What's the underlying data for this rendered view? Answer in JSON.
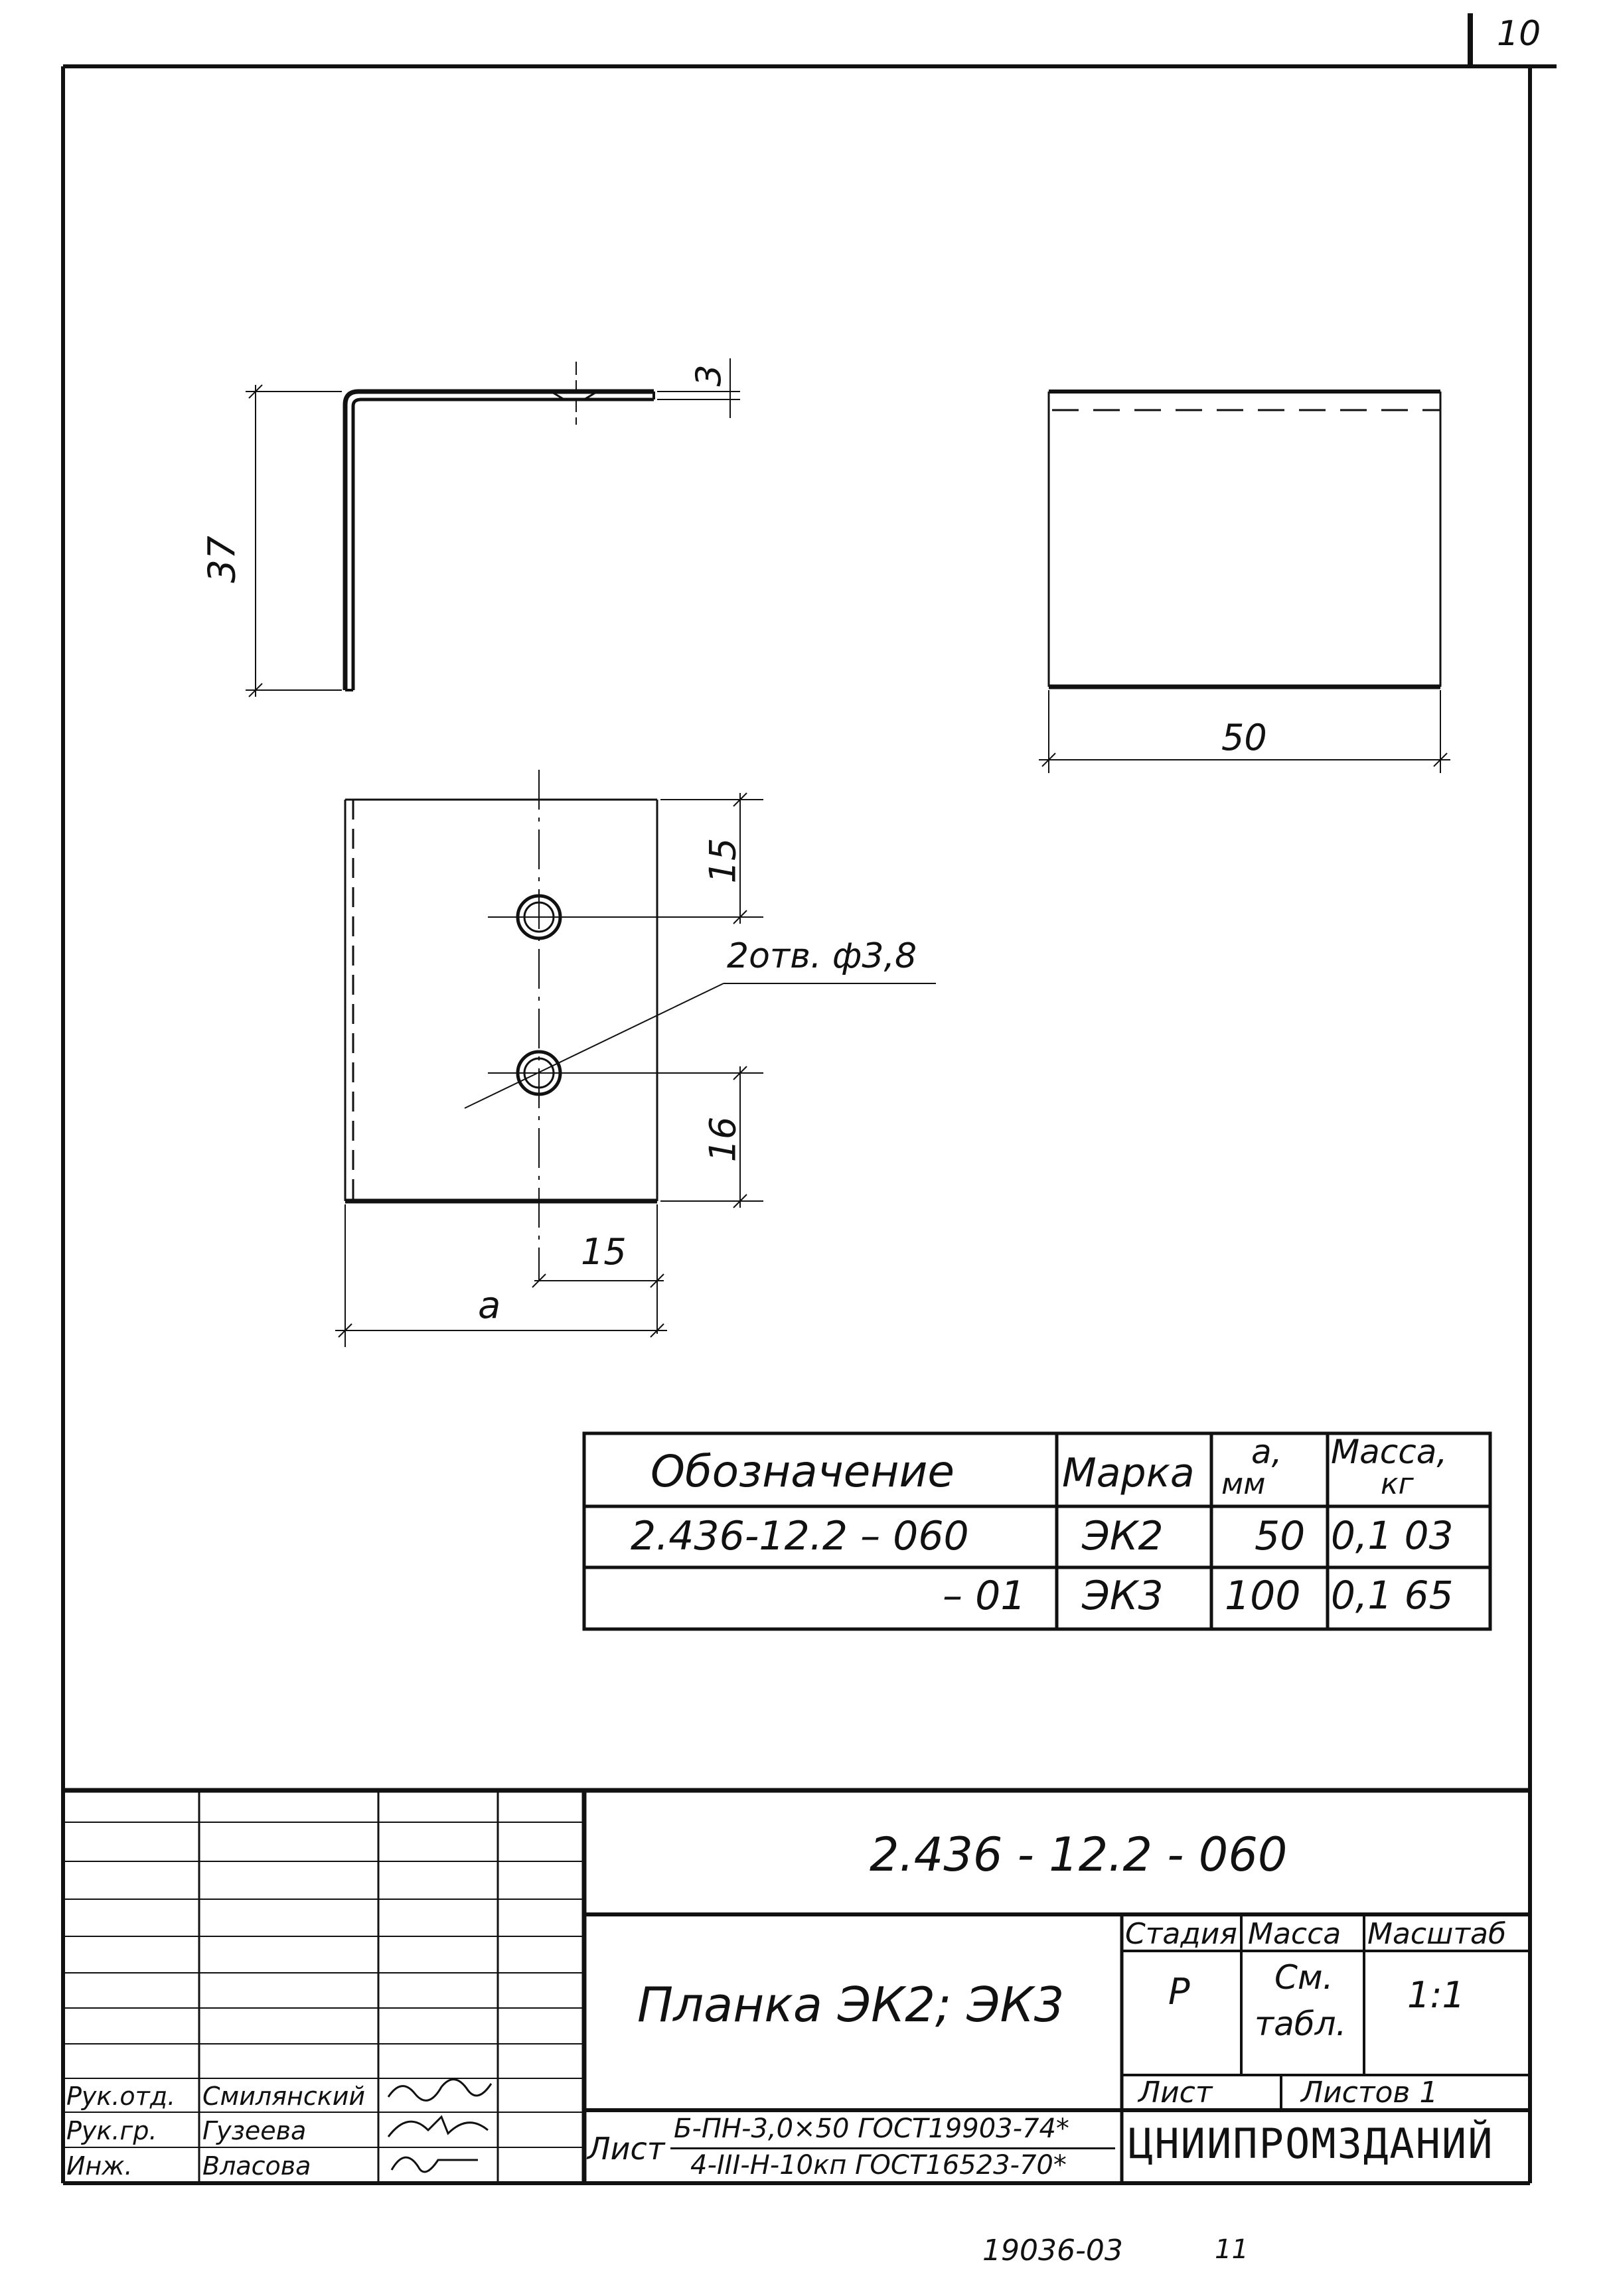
{
  "page_number": "10",
  "dimensions": {
    "d37": "37",
    "d3": "3",
    "d50": "50",
    "d15_top": "15",
    "d16": "16",
    "d15_bottom": "15",
    "a": "a",
    "holes_note": "2отв. ф3,8"
  },
  "spec_table": {
    "headers": {
      "designation": "Обозначение",
      "mark": "Марка",
      "a_top": "a,",
      "a_unit": "мм",
      "mass_top": "Масса,",
      "mass_unit": "кг"
    },
    "rows": [
      {
        "designation": "2.436-12.2 – 060",
        "mark": "ЭК2",
        "a": "50",
        "mass": "0,1 03"
      },
      {
        "designation": "– 01",
        "mark": "ЭК3",
        "a": "100",
        "mass": "0,1 65"
      }
    ]
  },
  "title_block": {
    "document_code": "2.436 - 12.2 - 060",
    "title": "Планка ЭК2; ЭК3",
    "stage_label": "Стадия",
    "mass_label": "Масса",
    "scale_label": "Масштаб",
    "stage_value": "Р",
    "mass_value_1": "См.",
    "mass_value_2": "табл.",
    "scale_value": "1:1",
    "sheet_label": "Лист",
    "sheets_label": "Листов 1",
    "material_prefix": "Лист",
    "material_top": "Б-ПН-3,0×50 ГОСТ19903-74*",
    "material_bottom": "4-III-Н-10кп ГОСТ16523-70*",
    "organization": "ЦНИИПРОМЗДАНИЙ",
    "people": [
      {
        "role": "Рук.отд.",
        "name": "Смилянский"
      },
      {
        "role": "Рук.гр.",
        "name": "Гузеева"
      },
      {
        "role": "Инж.",
        "name": "Власова"
      }
    ]
  },
  "footer": {
    "archive_number": "19036-03",
    "sheet_ref": "11"
  }
}
